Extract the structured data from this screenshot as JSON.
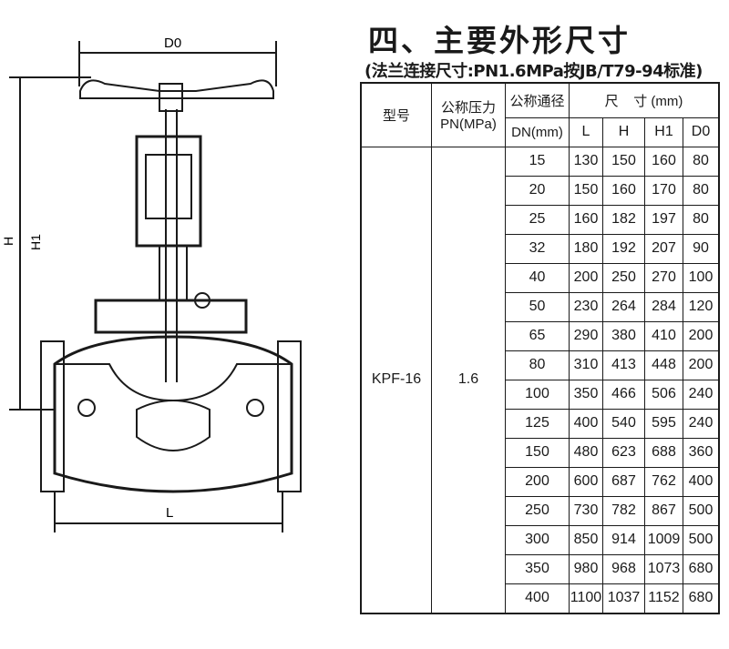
{
  "drawing": {
    "labels": {
      "d0": "D0",
      "h": "H",
      "h1": "H1",
      "l": "L"
    }
  },
  "title": "四、主要外形尺寸",
  "subtitle": "(法兰连接尺寸:PN1.6MPa按JB/T79-94标准)",
  "table": {
    "headers": {
      "model": "型号",
      "pressure_line1": "公称压力",
      "pressure_line2": "PN(MPa)",
      "diameter_line1": "公称通径",
      "diameter_line2": "DN(mm)",
      "dimensions": "尺    寸 (mm)",
      "cols": [
        "L",
        "H",
        "H1",
        "D0"
      ]
    },
    "model": "KPF-16",
    "pressure": "1.6",
    "rows": [
      [
        "15",
        "130",
        "150",
        "160",
        "80"
      ],
      [
        "20",
        "150",
        "160",
        "170",
        "80"
      ],
      [
        "25",
        "160",
        "182",
        "197",
        "80"
      ],
      [
        "32",
        "180",
        "192",
        "207",
        "90"
      ],
      [
        "40",
        "200",
        "250",
        "270",
        "100"
      ],
      [
        "50",
        "230",
        "264",
        "284",
        "120"
      ],
      [
        "65",
        "290",
        "380",
        "410",
        "200"
      ],
      [
        "80",
        "310",
        "413",
        "448",
        "200"
      ],
      [
        "100",
        "350",
        "466",
        "506",
        "240"
      ],
      [
        "125",
        "400",
        "540",
        "595",
        "240"
      ],
      [
        "150",
        "480",
        "623",
        "688",
        "360"
      ],
      [
        "200",
        "600",
        "687",
        "762",
        "400"
      ],
      [
        "250",
        "730",
        "782",
        "867",
        "500"
      ],
      [
        "300",
        "850",
        "914",
        "1009",
        "500"
      ],
      [
        "350",
        "980",
        "968",
        "1073",
        "680"
      ],
      [
        "400",
        "1100",
        "1037",
        "1152",
        "680"
      ]
    ]
  }
}
